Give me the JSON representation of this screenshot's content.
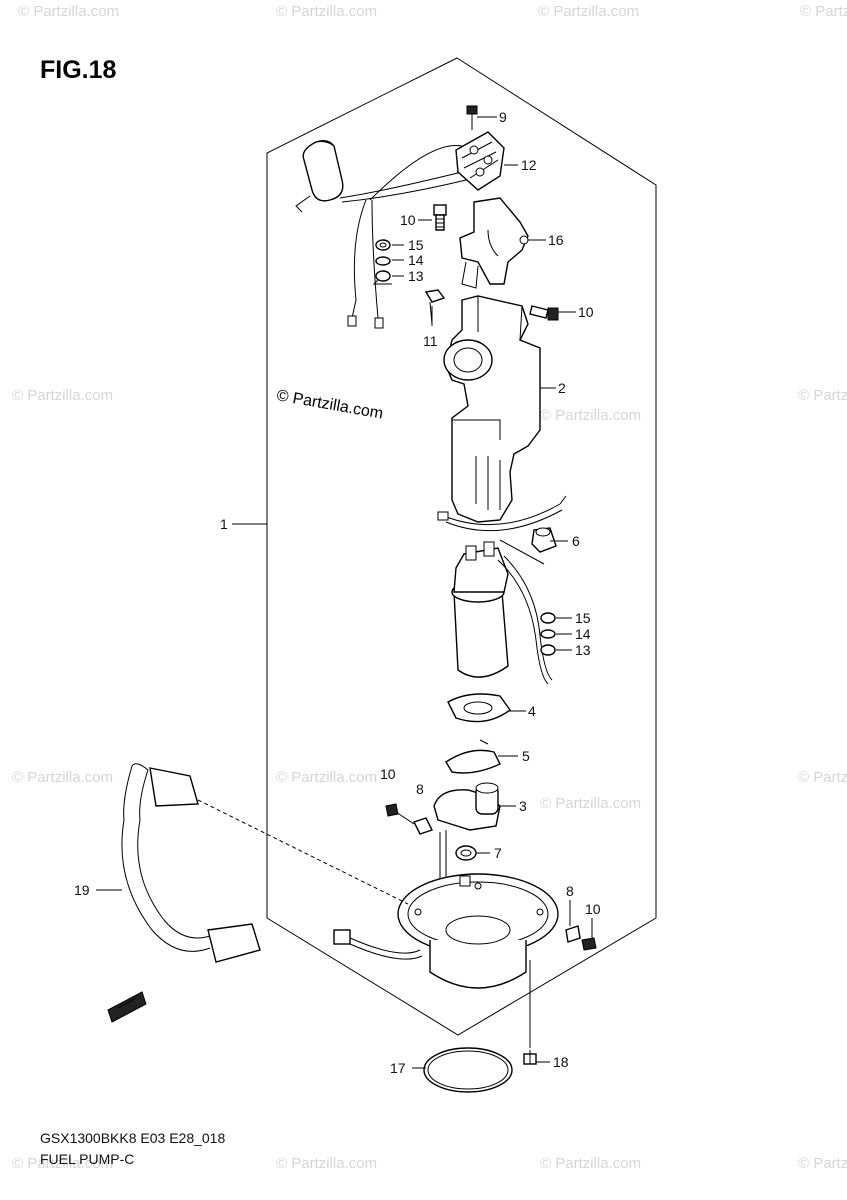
{
  "figure": {
    "title": "FIG.18",
    "copyright": "© Partzilla.com"
  },
  "watermark": "© Partzilla.com",
  "callouts": [
    {
      "id": "c9",
      "label": "9"
    },
    {
      "id": "c12",
      "label": "12"
    },
    {
      "id": "c10a",
      "label": "10"
    },
    {
      "id": "c15a",
      "label": "15"
    },
    {
      "id": "c14a",
      "label": "14"
    },
    {
      "id": "c13a",
      "label": "13"
    },
    {
      "id": "c16",
      "label": "16"
    },
    {
      "id": "c11",
      "label": "11"
    },
    {
      "id": "c10b",
      "label": "10"
    },
    {
      "id": "c2",
      "label": "2"
    },
    {
      "id": "c1",
      "label": "1"
    },
    {
      "id": "c6",
      "label": "6"
    },
    {
      "id": "c15b",
      "label": "15"
    },
    {
      "id": "c14b",
      "label": "14"
    },
    {
      "id": "c13b",
      "label": "13"
    },
    {
      "id": "c4",
      "label": "4"
    },
    {
      "id": "c5",
      "label": "5"
    },
    {
      "id": "c10c",
      "label": "10"
    },
    {
      "id": "c8a",
      "label": "8"
    },
    {
      "id": "c3",
      "label": "3"
    },
    {
      "id": "c7",
      "label": "7"
    },
    {
      "id": "c19",
      "label": "19"
    },
    {
      "id": "c8b",
      "label": "8"
    },
    {
      "id": "c10d",
      "label": "10"
    },
    {
      "id": "c17",
      "label": "17"
    },
    {
      "id": "c18",
      "label": "18"
    }
  ],
  "caption": {
    "code": "GSX1300BKK8 E03 E28_018",
    "name": "FUEL PUMP-C"
  },
  "icons": {
    "front_arrow": "fwd-arrow-icon"
  }
}
